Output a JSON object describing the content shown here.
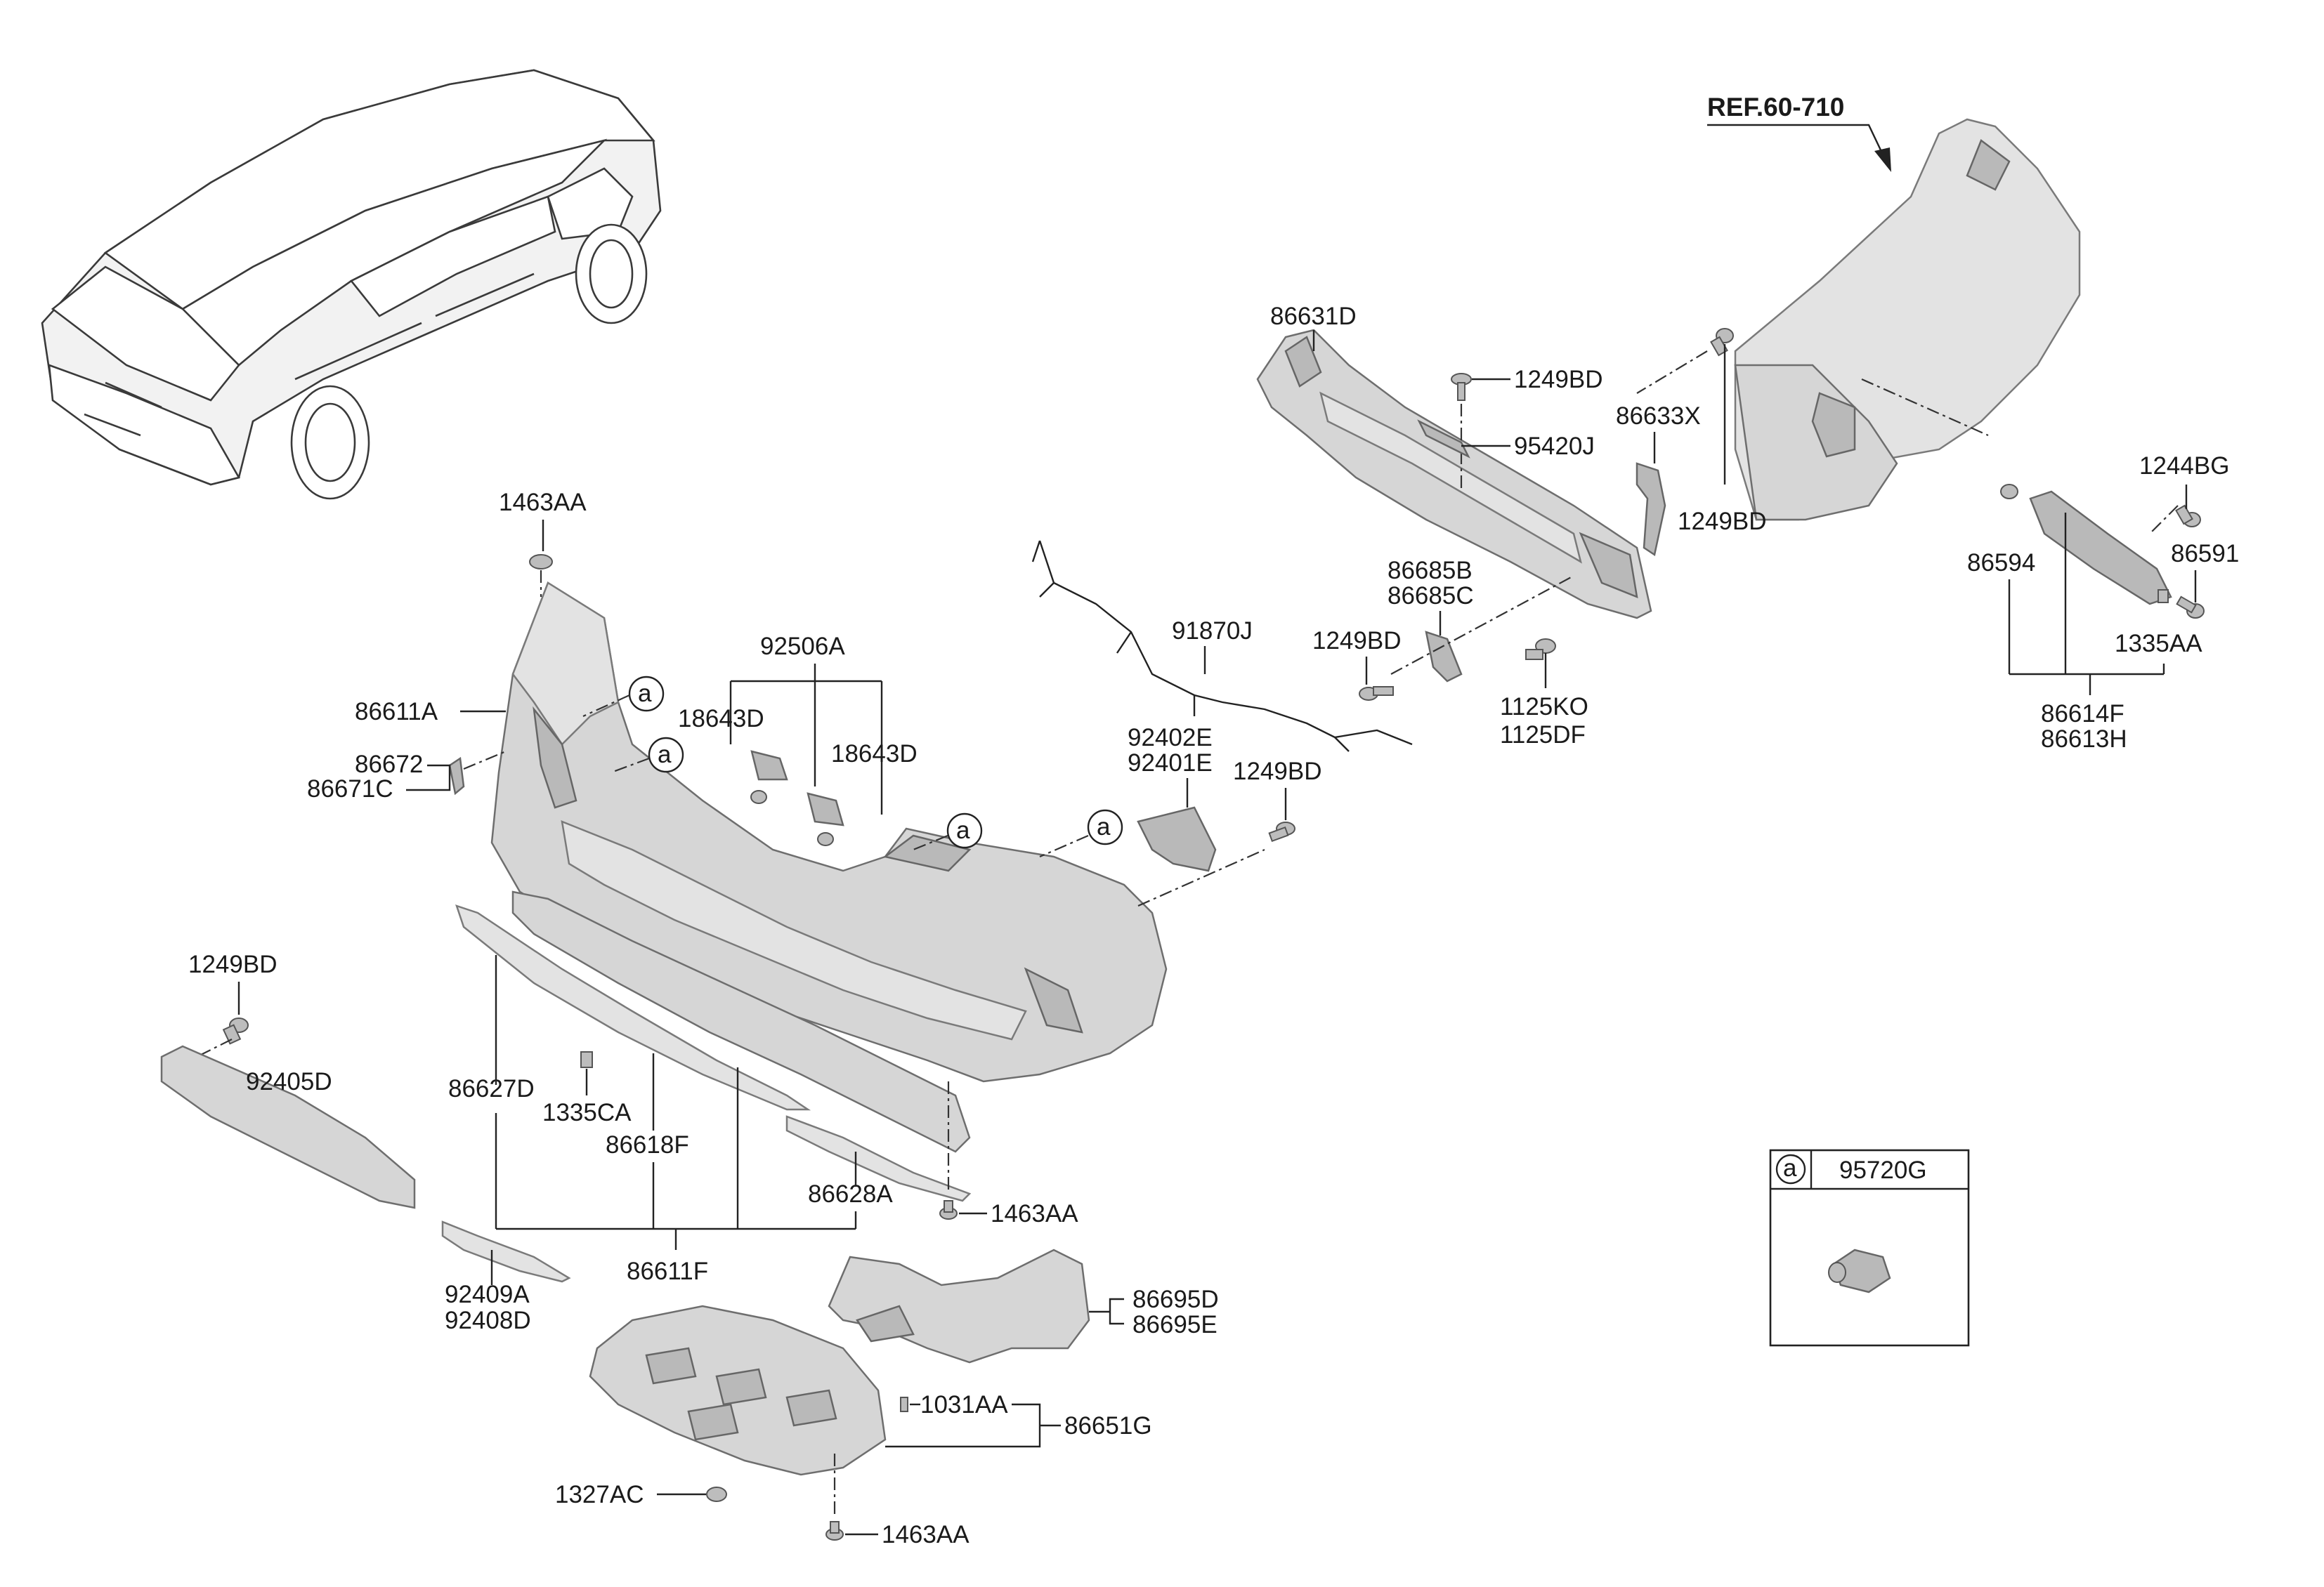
{
  "reference": {
    "label": "REF.60-710"
  },
  "part_labels": {
    "p86631D": "86631D",
    "p1249BD_top": "1249BD",
    "p86633X": "86633X",
    "p95420J": "95420J",
    "p1249BD_right": "1249BD",
    "p1463AA_top": "1463AA",
    "p86611A": "86611A",
    "p86672": "86672",
    "p86671C": "86671C",
    "p92506A": "92506A",
    "p18643D_left": "18643D",
    "p18643D_right": "18643D",
    "p91870J": "91870J",
    "p86685B": "86685B",
    "p86685C": "86685C",
    "p1249BD_mid": "1249BD",
    "p1125KO": "1125KO",
    "p1125DF": "1125DF",
    "p92402E": "92402E",
    "p92401E": "92401E",
    "p1249BD_lamp": "1249BD",
    "p1244BG": "1244BG",
    "p86594": "86594",
    "p86591": "86591",
    "p1335AA": "1335AA",
    "p86614F": "86614F",
    "p86613H": "86613H",
    "p1249BD_left": "1249BD",
    "p92405D": "92405D",
    "p86627D": "86627D",
    "p1335CA": "1335CA",
    "p86618F": "86618F",
    "p86628A": "86628A",
    "p1463AA_mid": "1463AA",
    "p86611F": "86611F",
    "p92409A": "92409A",
    "p92408D": "92408D",
    "p86695D": "86695D",
    "p86695E": "86695E",
    "p1031AA": "1031AA",
    "p86651G": "86651G",
    "p1327AC": "1327AC",
    "p1463AA_bottom": "1463AA"
  },
  "callout_marker": "a",
  "inset": {
    "marker": "a",
    "part": "95720G"
  }
}
